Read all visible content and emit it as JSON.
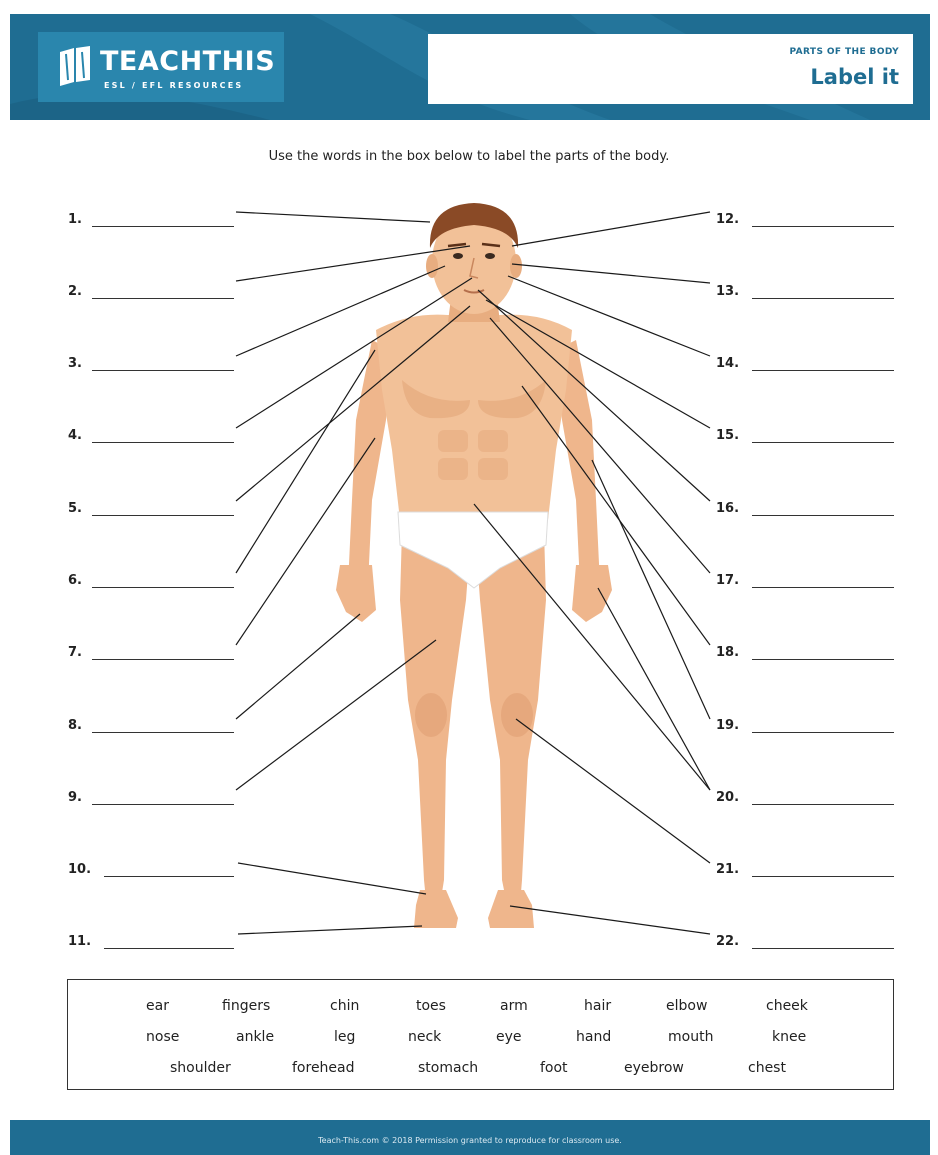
{
  "header": {
    "brand": "TEACHTHIS",
    "brand_sub": "ESL / EFL RESOURCES",
    "topic": "PARTS OF THE BODY",
    "title": "Label it",
    "colors": {
      "band": "#1f6d92",
      "logo_box": "#2a86ad",
      "accent_text": "#1f6d92"
    }
  },
  "instructions": "Use the words in the box below to label the parts of the body.",
  "labels_left": [
    "1.",
    "2.",
    "3.",
    "4.",
    "5.",
    "6.",
    "7.",
    "8.",
    "9.",
    "10.",
    "11."
  ],
  "labels_right": [
    "12.",
    "13.",
    "14.",
    "15.",
    "16.",
    "17.",
    "18.",
    "19.",
    "20.",
    "21.",
    "22."
  ],
  "word_box": {
    "rows": [
      [
        "ear",
        "fingers",
        "chin",
        "toes",
        "arm",
        "hair",
        "elbow",
        "cheek"
      ],
      [
        "nose",
        "ankle",
        "leg",
        "neck",
        "eye",
        "hand",
        "mouth",
        "knee"
      ],
      [
        "shoulder",
        "forehead",
        "stomach",
        "foot",
        "eyebrow",
        "chest"
      ]
    ]
  },
  "footer": "Teach-This.com © 2018 Permission granted to reproduce for classroom use."
}
